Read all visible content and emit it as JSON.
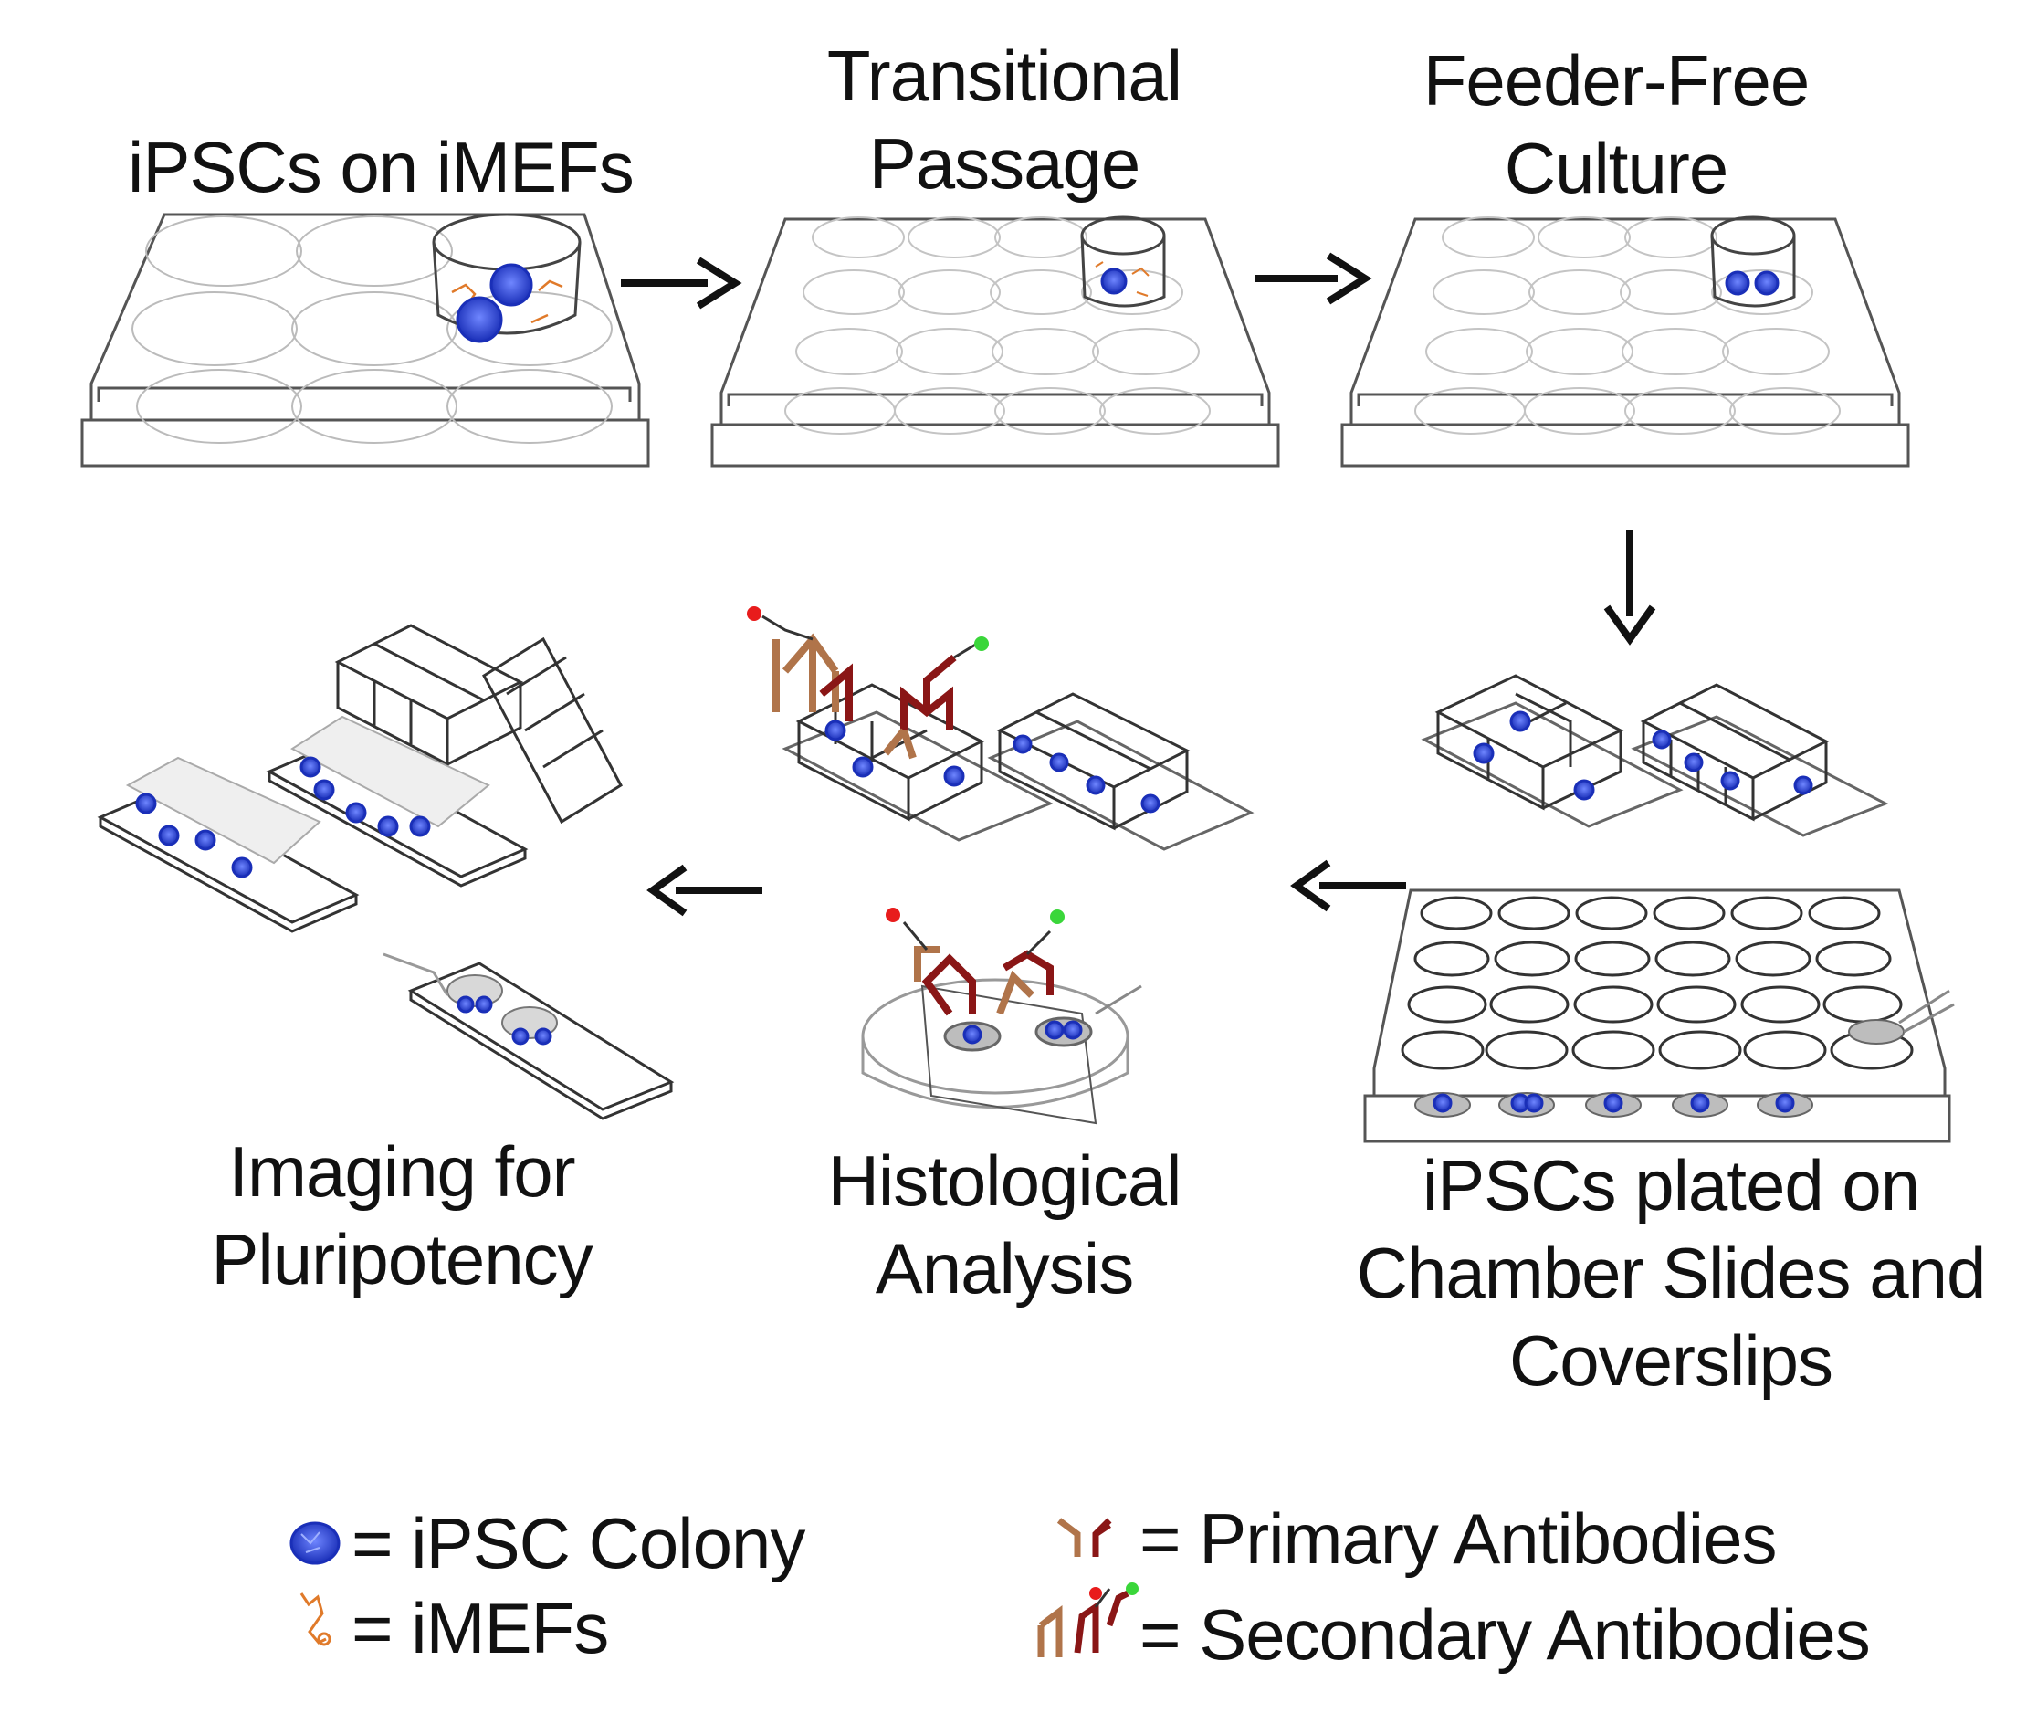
{
  "steps": {
    "step1": {
      "line1": "iPSCs on iMEFs"
    },
    "step2": {
      "line1": "Transitional",
      "line2": "Passage"
    },
    "step3": {
      "line1": "Feeder-Free",
      "line2": "Culture"
    },
    "step4": {
      "line1": "iPSCs plated on",
      "line2": "Chamber Slides and",
      "line3": "Coverslips"
    },
    "step5": {
      "line1": "Histological",
      "line2": "Analysis"
    },
    "step6": {
      "line1": "Imaging for",
      "line2": "Pluripotency"
    }
  },
  "legend": {
    "colony": "= iPSC Colony",
    "imefs": "= iMEFs",
    "primary": "= Primary Antibodies",
    "secondary": "= Secondary Antibodies"
  },
  "colors": {
    "colony": "#2b47d6",
    "imef": "#e07a2a",
    "primary_light": "#b0744a",
    "primary_dark": "#8a1616",
    "red_dye": "#e81c1c",
    "green_dye": "#3ad63a",
    "outline": "#555555"
  }
}
